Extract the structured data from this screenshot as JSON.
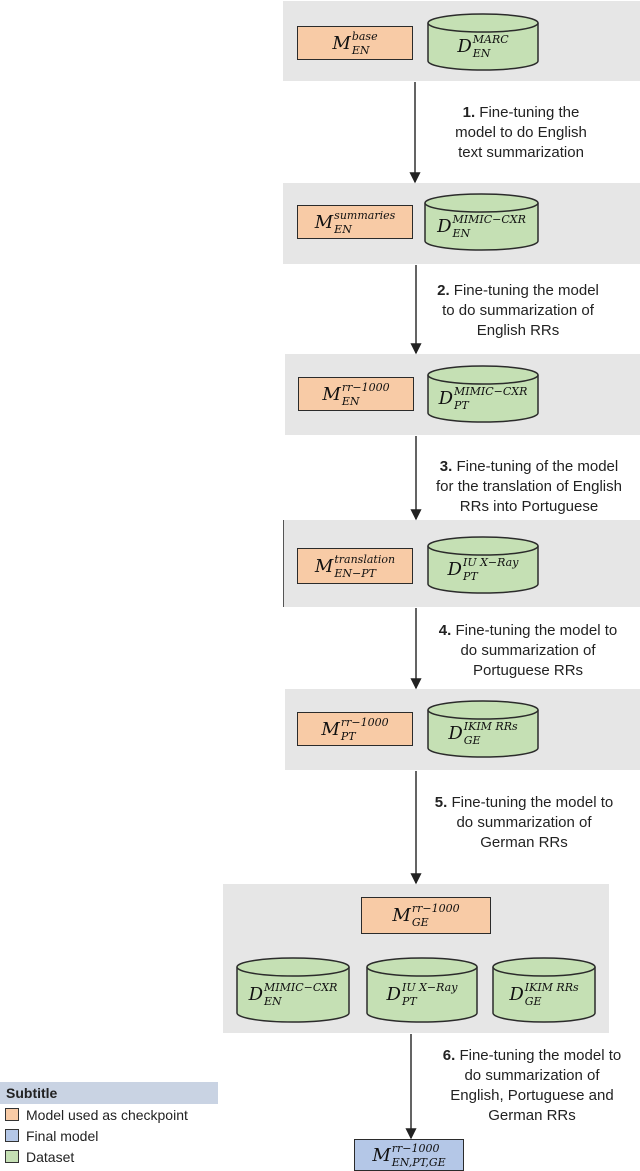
{
  "panels": [
    {
      "model": {
        "base": "M",
        "sup": "base",
        "sub": "EN"
      },
      "datasets": [
        {
          "base": "D",
          "sup": "MARC",
          "sub": "EN"
        }
      ]
    },
    {
      "model": {
        "base": "M",
        "sup": "summaries",
        "sub": "EN"
      },
      "datasets": [
        {
          "base": "D",
          "sup": "MIMIC−CXR",
          "sub": "EN"
        }
      ]
    },
    {
      "model": {
        "base": "M",
        "sup": "rr−1000",
        "sub": "EN"
      },
      "datasets": [
        {
          "base": "D",
          "sup": "MIMIC−CXR",
          "sub": "PT"
        }
      ]
    },
    {
      "model": {
        "base": "M",
        "sup": "translation",
        "sub": "EN−PT"
      },
      "datasets": [
        {
          "base": "D",
          "sup": "IU X−Ray",
          "sub": "PT"
        }
      ]
    },
    {
      "model": {
        "base": "M",
        "sup": "rr−1000",
        "sub": "PT"
      },
      "datasets": [
        {
          "base": "D",
          "sup": "IKIM RRs",
          "sub": "GE"
        }
      ]
    },
    {
      "model": {
        "base": "M",
        "sup": "rr−1000",
        "sub": "GE"
      },
      "datasets": [
        {
          "base": "D",
          "sup": "MIMIC−CXR",
          "sub": "EN"
        },
        {
          "base": "D",
          "sup": "IU X−Ray",
          "sub": "PT"
        },
        {
          "base": "D",
          "sup": "IKIM RRs",
          "sub": "GE"
        }
      ]
    }
  ],
  "final_model": {
    "base": "M",
    "sup": "rr−1000",
    "sub": "EN,PT,GE"
  },
  "steps": [
    {
      "num": "1.",
      "lines": [
        "Fine-tuning the",
        "model to do English",
        "text summarization"
      ]
    },
    {
      "num": "2.",
      "lines": [
        "Fine-tuning the model",
        "to do summarization of",
        "English RRs"
      ]
    },
    {
      "num": "3.",
      "lines": [
        "Fine-tuning of the model",
        "for the translation of English",
        "RRs into Portuguese"
      ]
    },
    {
      "num": "4.",
      "lines": [
        "Fine-tuning the model to",
        "do summarization of",
        "Portuguese RRs"
      ]
    },
    {
      "num": "5.",
      "lines": [
        "Fine-tuning the model to",
        "do summarization of",
        "German RRs"
      ]
    },
    {
      "num": "6.",
      "lines": [
        "Fine-tuning the model to",
        "do summarization of",
        "English, Portuguese and",
        "German RRs"
      ]
    }
  ],
  "legend": {
    "title": "Subtitle",
    "items": [
      {
        "label": "Model used as checkpoint",
        "color": "#f8cba6"
      },
      {
        "label": "Final model",
        "color": "#b4c7e7"
      },
      {
        "label": "Dataset",
        "color": "#c5e0b4"
      }
    ]
  },
  "colors": {
    "panel": "#e6e6e6",
    "model": "#f8cba6",
    "final": "#b4c7e7",
    "dataset": "#c5e0b4"
  }
}
